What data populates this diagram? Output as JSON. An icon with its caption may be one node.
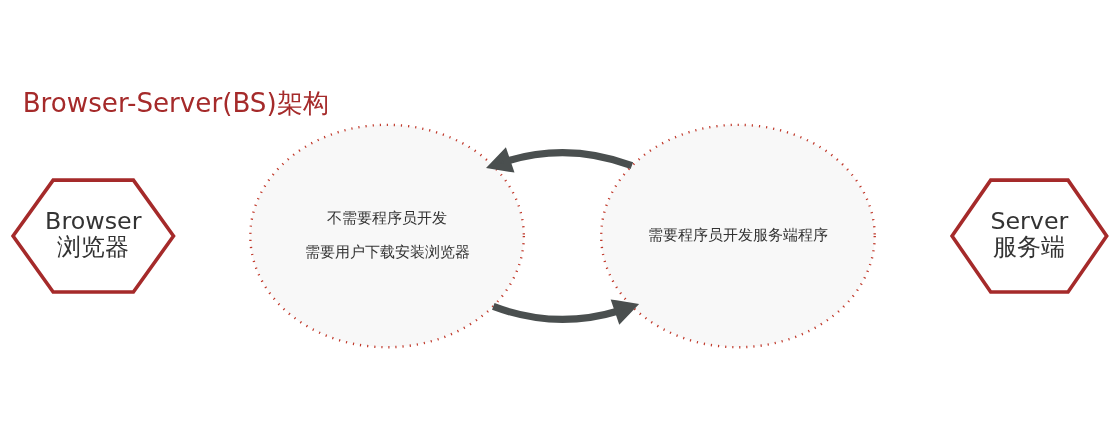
{
  "diagram": {
    "title": "Browser-Server(BS)架构",
    "nodes": [
      {
        "text": [
          "Browser",
          "浏览器"
        ]
      },
      {
        "text": [
          "不需要程序员开发",
          "需要用户下载安装浏览器"
        ]
      },
      {
        "text": [
          "需要程序员开发服务端程序"
        ]
      },
      {
        "text": [
          "Server",
          "服务端"
        ]
      }
    ],
    "edges": [
      {
        "from": 1,
        "to": 2,
        "arrow": "to"
      },
      {
        "from": 2,
        "to": 1,
        "arrow": "to"
      }
    ]
  }
}
